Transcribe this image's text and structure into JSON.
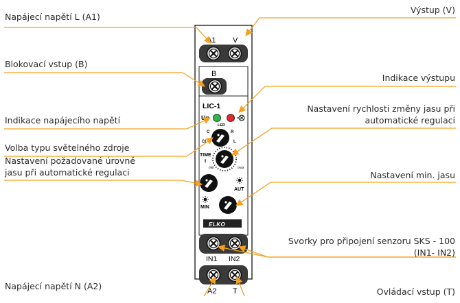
{
  "labels": {
    "supply_l": "Napájecí napětí L (A1)",
    "output_v": "Výstup (V)",
    "blocking_input": "Blokovací vstup (B)",
    "output_indication": "Indikace výstupu",
    "supply_indication": "Indikace napájecího napětí",
    "speed_setting_1": "Nastavení rychlosti změny jasu při",
    "speed_setting_2": "automatické regulaci",
    "light_source_type": "Volba typu světelného zdroje",
    "brightness_setting_1": "Nastavení požadované úrovně",
    "brightness_setting_2": "jasu při automatické regulaci",
    "min_brightness": "Nastavení min. jasu",
    "sensor_terminals_1": "Svorky pro připojení senzoru SKS - 100",
    "sensor_terminals_2": "(IN1- IN2)",
    "supply_n": "Napájecí napětí N (A2)",
    "control_input": "Ovládací vstup (T)"
  },
  "device": {
    "model": "LIC-1",
    "brand": "ELKO",
    "terminal_a1": "A1",
    "terminal_v": "V",
    "terminal_b": "B",
    "terminal_in1": "IN1",
    "terminal_in2": "IN2",
    "terminal_a2": "A2",
    "terminal_t": "T",
    "led_un": "Un",
    "led_word": "LED",
    "sel_c": "C",
    "sel_r": "R",
    "sel_cl": "CL",
    "sel_l": "L",
    "time_label": "TIME",
    "time_t": "t",
    "time_min": "min",
    "time_max": "max",
    "aut_label": "AUT",
    "min_label": "MIN"
  },
  "colors": {
    "leader": "#f5a020",
    "led_green": "#2db84a",
    "led_red": "#e8262e"
  }
}
